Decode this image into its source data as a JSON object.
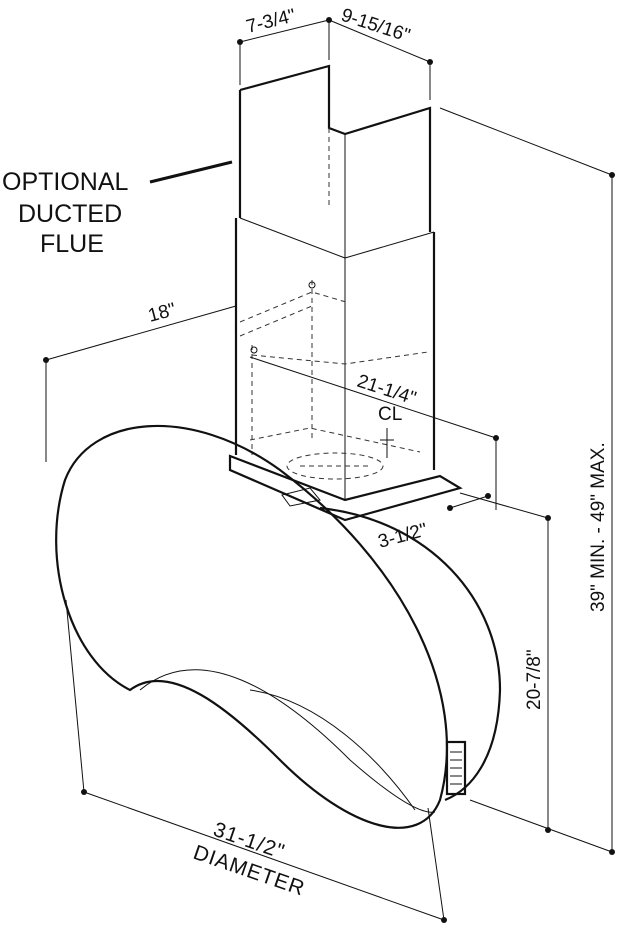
{
  "callout": {
    "line1": "OPTIONAL",
    "line2": "DUCTED",
    "line3": "FLUE"
  },
  "dimensions": {
    "flue_depth": "7-3/4\"",
    "flue_width": "9-15/16\"",
    "hood_depth": "18\"",
    "flue_center": "21-1/4\"",
    "centerline": "CL",
    "flue_offset": "3-1/2\"",
    "hood_height": "20-7/8\"",
    "total_height": "39\" MIN. - 49\" MAX.",
    "diameter_value": "31-1/2\"",
    "diameter_label": "DIAMETER"
  }
}
